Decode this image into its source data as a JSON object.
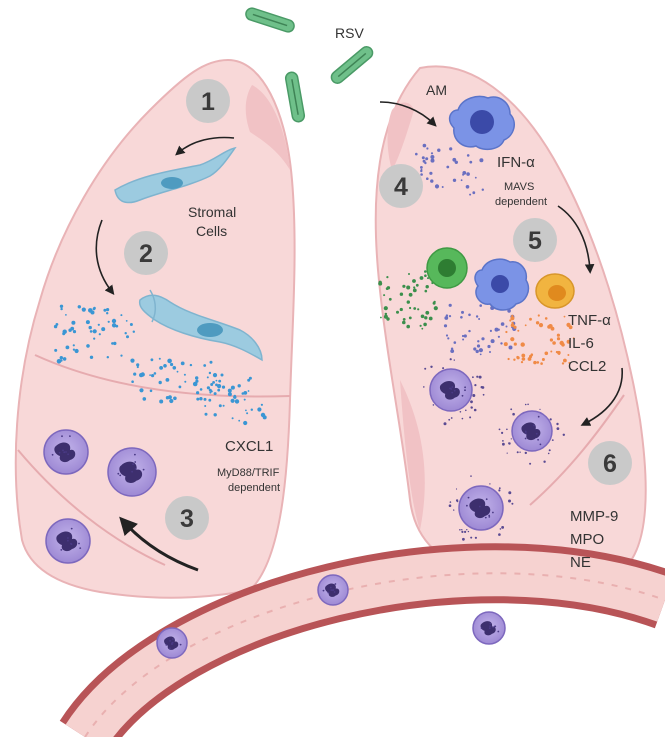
{
  "steps": [
    "1",
    "2",
    "3",
    "4",
    "5",
    "6"
  ],
  "labels": {
    "rsv": "RSV",
    "stromal_1": "Stromal",
    "stromal_2": "Cells",
    "cxcl1": "CXCL1",
    "myd88_1": "MyD88/TRIF",
    "myd88_2": "dependent",
    "am": "AM",
    "ifn": "IFN-α",
    "mavs_1": "MAVS",
    "mavs_2": "dependent",
    "tnf": "TNF-α",
    "il6": "IL-6",
    "ccl2": "CCL2",
    "mmp9": "MMP-9",
    "mpo": "MPO",
    "ne": "NE"
  },
  "colors": {
    "lung_fill": "#f8d8d8",
    "lung_shade": "#f1c2c5",
    "lung_outline": "#e9b3b6",
    "vessel_wall": "#b85457",
    "vessel_lumen": "#f6d2d0",
    "neutrophil_fill": "#a995da",
    "neutrophil_nucleus": "#3d2f6e",
    "macrophage_fill": "#7b93e6",
    "green_cell": "#57b85b",
    "orange_cell": "#f1b440",
    "stromal_fill": "#9ccbe0",
    "rsv_fill": "#6fc08a",
    "step_circle": "#c9c9c9",
    "dot_blue": "#3a96d4",
    "dot_green": "#3b8f4c",
    "dot_orange": "#f08a46",
    "dot_indigo": "#6a6fc0"
  }
}
